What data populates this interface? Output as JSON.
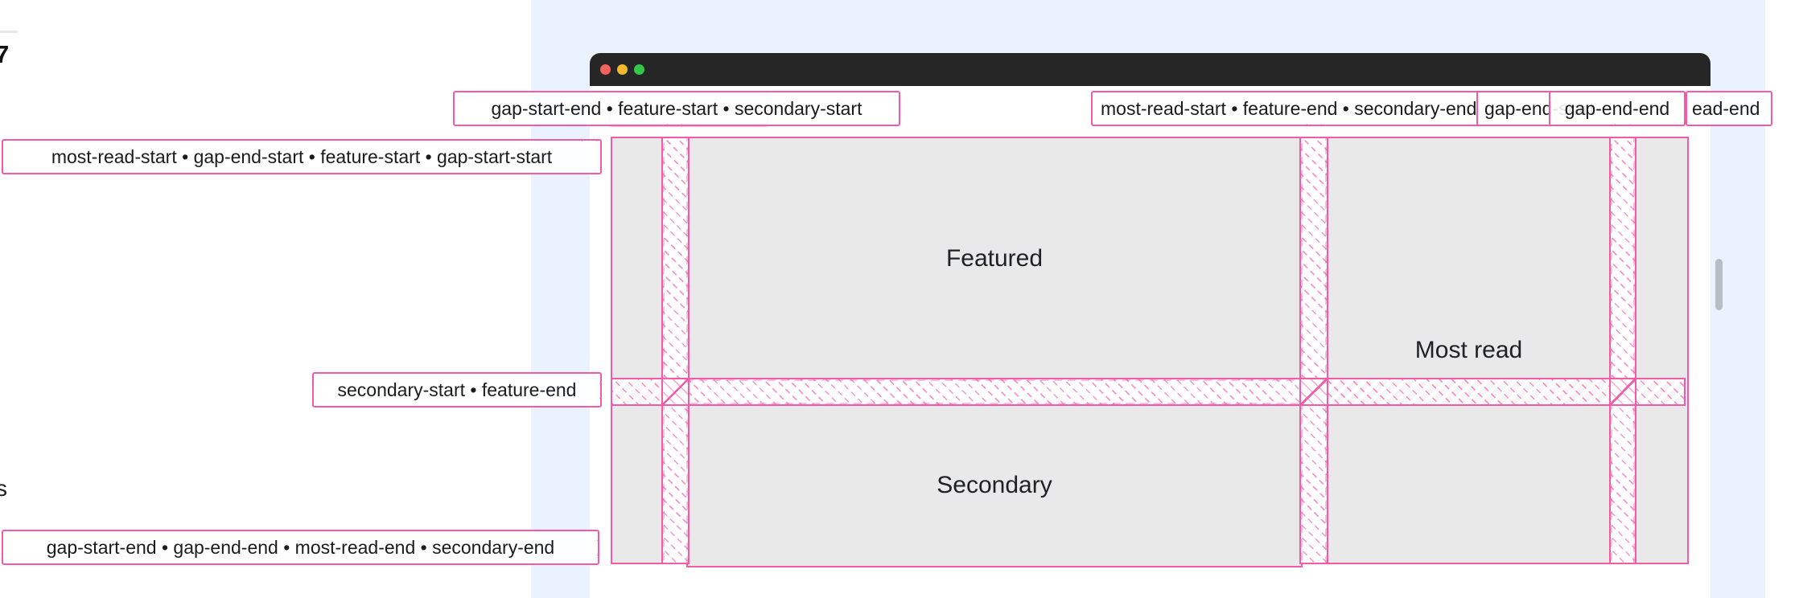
{
  "colors": {
    "accent_pink": "#f25ba7",
    "panel_blue": "#eaf3fd",
    "cell_gray": "#e9e9e9",
    "browser_bar": "#262626",
    "traffic_red": "#f4645c",
    "traffic_yellow": "#f5b92e",
    "traffic_green": "#34c748",
    "scroll_thumb_gray": "#b8bec5"
  },
  "page_fragments": {
    "heading_fragment": "7",
    "side_text_fragment": "s"
  },
  "browser": {
    "traffic_lights": [
      "close",
      "minimize",
      "maximize"
    ]
  },
  "grid": {
    "areas": {
      "featured": "Featured",
      "most_read": "Most read",
      "secondary": "Secondary"
    },
    "line_labels": {
      "top_left": "most-read-start • gap-end-start • feature-start • gap-start-start",
      "feature_start": "gap-start-end • feature-start • secondary-start",
      "ghost_gap_start_start": "gap-start-start",
      "feature_end": "most-read-start • feature-end • secondary-end",
      "gap_end_start": "gap-end-start",
      "gap_end_end": "gap-end-end",
      "most_read_end": "ead-end",
      "secondary_start": "secondary-start • feature-end",
      "bottom_left": "gap-start-end • gap-end-end • most-read-end • secondary-end"
    }
  }
}
